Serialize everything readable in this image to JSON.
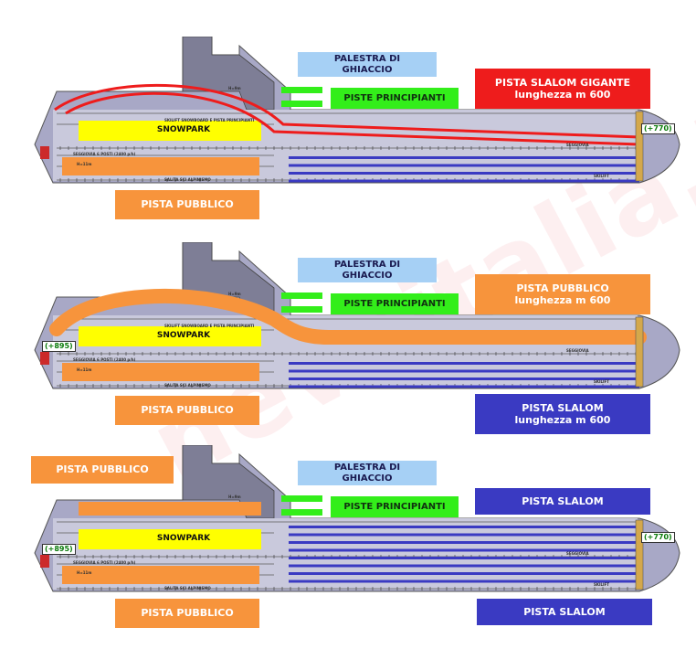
{
  "colors": {
    "public": "#f7943c",
    "snowpark": "#ffff00",
    "slalom": "#3a3ac2",
    "giant_slalom": "#ee1c1c",
    "beginners": "#33ee1a",
    "ice_gym": "#a6d0f5",
    "hall": "#a8a8c6",
    "building": "#7e7e96",
    "rail": "#5a5a5a"
  },
  "icons": [
    "lift-line-icon",
    "snow-gun-icon",
    "building-icon"
  ],
  "watermark": "neveitalia.it",
  "panels": [
    {
      "labels": {
        "ice_gym": [
          "PALESTRA DI",
          "GHIACCIO"
        ],
        "beginners": "PISTE PRINCIPIANTI",
        "feature_top": [
          "PISTA SLALOM GIGANTE",
          "lunghezza m 600"
        ],
        "snowpark": "SNOWPARK",
        "public_bottom": "PISTA PUBBLICO"
      },
      "elevation_left": "",
      "elevation_right": "(+770)",
      "small": {
        "skilift_top": "SKILIFT SNOWBOARD E PISTA PRINCIPIANTI",
        "chairlift": "SEGGIOVIA 6 POSTI (2400 p/h)",
        "walkway": "SALITA SCI ALPINISMO",
        "chairlift_right": "SEGGIOVIA",
        "skilift_right": "SKILIFT",
        "height_11": "H=11m",
        "height_9": "H=9m"
      }
    },
    {
      "labels": {
        "ice_gym": [
          "PALESTRA DI",
          "GHIACCIO"
        ],
        "beginners": "PISTE PRINCIPIANTI",
        "feature_top": [
          "PISTA PUBBLICO",
          "lunghezza m 600"
        ],
        "snowpark": "SNOWPARK",
        "public_bottom": "PISTA PUBBLICO",
        "feature_bottom": [
          "PISTA SLALOM",
          "lunghezza m 600"
        ]
      },
      "elevation_left": "(+895)",
      "elevation_right": "",
      "small": {
        "skilift_top": "SKILIFT SNOWBOARD E PISTA PRINCIPIANTI",
        "chairlift": "SEGGIOVIA 6 POSTI (2400 p/h)",
        "walkway": "SALITA SCI ALPINISMO",
        "chairlift_right": "SEGGIOVIA",
        "skilift_right": "SKILIFT",
        "height_11": "H=11m",
        "height_9": "H=9m"
      }
    },
    {
      "labels": {
        "public_top": "PISTA PUBBLICO",
        "ice_gym": [
          "PALESTRA DI",
          "GHIACCIO"
        ],
        "beginners": "PISTE PRINCIPIANTI",
        "feature_top": [
          "PISTA SLALOM"
        ],
        "snowpark": "SNOWPARK",
        "public_bottom": "PISTA PUBBLICO",
        "feature_bottom": [
          "PISTA SLALOM"
        ]
      },
      "elevation_left": "(+895)",
      "elevation_right": "(+770)",
      "small": {
        "skilift_top": "",
        "chairlift": "SEGGIOVIA 6 POSTI (2400 p/h)",
        "walkway": "SALITA SCI ALPINISMO",
        "chairlift_right": "SEGGIOVIA",
        "skilift_right": "SKILIFT",
        "height_11": "H=11m",
        "height_9": "H=9m"
      }
    }
  ]
}
